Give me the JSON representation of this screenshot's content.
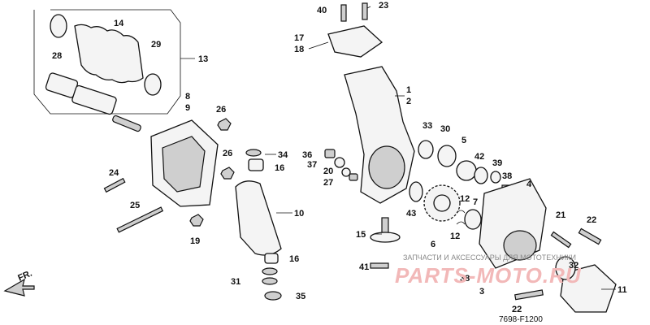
{
  "diagram_code": "7698-F1200",
  "front_marker": "FR.",
  "watermark": {
    "caption": "ЗАПЧАСТИ И АКСЕССУАРЫ ДЛЯ МОТОТЕХНИКИ",
    "brand": "PARTS-MOTO.RU",
    "color": "#f2b8b8"
  },
  "callouts": [
    "1",
    "2",
    "3",
    "4",
    "5",
    "6",
    "7",
    "8",
    "9",
    "10",
    "11",
    "12",
    "12",
    "13",
    "14",
    "15",
    "16",
    "16",
    "17",
    "18",
    "19",
    "20",
    "21",
    "22",
    "22",
    "23",
    "24",
    "25",
    "26",
    "26",
    "27",
    "28",
    "29",
    "30",
    "31",
    "32",
    "33",
    "34",
    "35",
    "36",
    "37",
    "38",
    "38",
    "39",
    "40",
    "41",
    "42",
    "43"
  ]
}
